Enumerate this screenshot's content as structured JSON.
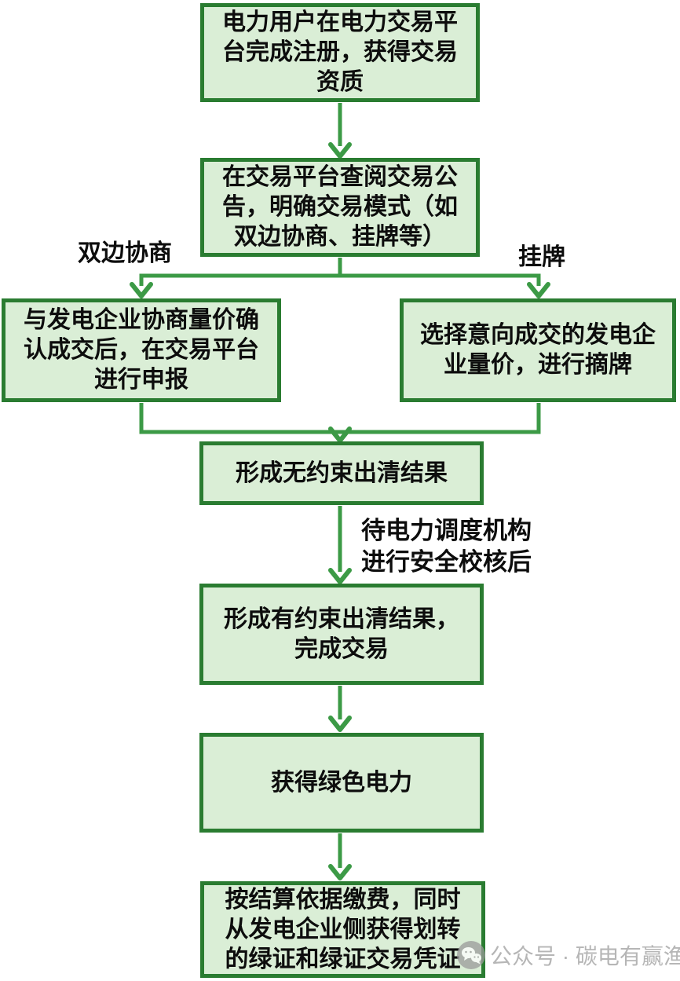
{
  "diagram": {
    "type": "flowchart",
    "language": "zh-CN",
    "nodes": [
      {
        "id": "register",
        "label": "电力用户在电力交易平\n台完成注册，获得交易\n资质"
      },
      {
        "id": "announcement",
        "label": "在交易平台查阅交易公\n告，明确交易模式（如\n双边协商、挂牌等）"
      },
      {
        "id": "bilateral-declare",
        "label": "与发电企业协商量价确\n认成交后，在交易平台\n进行申报"
      },
      {
        "id": "listing-delist",
        "label": "选择意向成交的发电企\n业量价，进行摘牌"
      },
      {
        "id": "unconstrained-result",
        "label": "形成无约束出清结果"
      },
      {
        "id": "constrained-result",
        "label": "形成有约束出清结果，\n完成交易"
      },
      {
        "id": "green-power",
        "label": "获得绿色电力"
      },
      {
        "id": "settlement",
        "label": "按结算依据缴费，同时\n从发电企业侧获得划转\n的绿证和绿证交易凭证"
      }
    ],
    "edge_labels": {
      "left_branch": "双边协商",
      "right_branch": "挂牌",
      "security_check_note": "待电力调度机构\n进行安全校核后"
    },
    "colors": {
      "node_fill": "#daeed6",
      "node_border": "#2a7c31",
      "arrow": "#3c9a46",
      "text": "#0d0d0d",
      "watermark_text": "#b6b6b6"
    },
    "watermark": {
      "icon": "wechat-icon",
      "text": "公众号 · 碳电有赢渔"
    }
  }
}
